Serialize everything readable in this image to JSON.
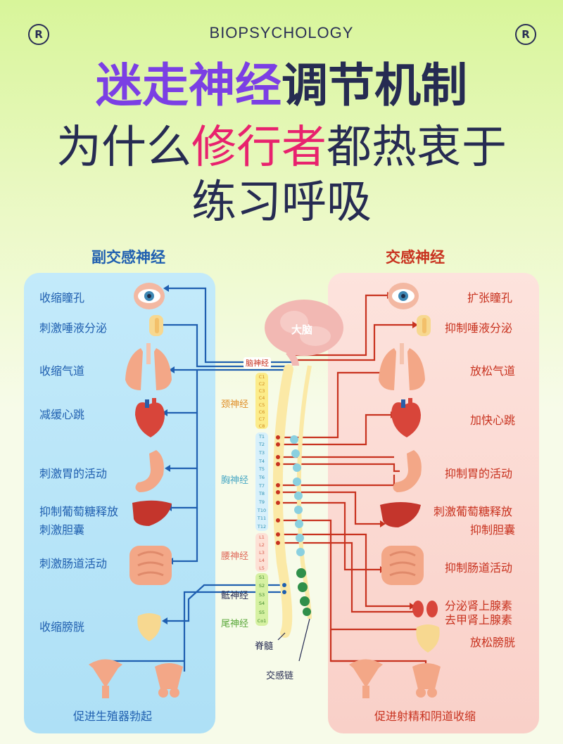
{
  "header": {
    "brand": "BIOPSYCHOLOGY",
    "logo_mark": "R",
    "title_part1": "迷走神经",
    "title_part2": "调节机制",
    "subtitle_part1": "为什么",
    "subtitle_part2": "修行者",
    "subtitle_part3": "都热衷于",
    "subtitle_line2": "练习呼吸"
  },
  "colors": {
    "accent_purple": "#7b3fe4",
    "accent_pink": "#e8226e",
    "navy": "#262b52",
    "parasym_blue": "#1f5fb0",
    "sym_red": "#c8321f",
    "panel_blue": "#bfe8f8",
    "panel_pink": "#fbdcd6"
  },
  "parasympathetic": {
    "title": "副交感神经",
    "items": [
      "收缩瞳孔",
      "刺激唾液分泌",
      "收缩气道",
      "减缓心跳",
      "刺激胃的活动",
      "抑制葡萄糖释放",
      "刺激胆囊",
      "刺激肠道活动",
      "收缩膀胱",
      "促进生殖器勃起"
    ]
  },
  "sympathetic": {
    "title": "交感神经",
    "items": [
      "扩张瞳孔",
      "抑制唾液分泌",
      "放松气道",
      "加快心跳",
      "抑制胃的活动",
      "刺激葡萄糖释放",
      "抑制胆囊",
      "抑制肠道活动",
      "分泌肾上腺素",
      "去甲肾上腺素",
      "放松膀胱",
      "促进射精和阴道收缩"
    ]
  },
  "center": {
    "brain": "大脑",
    "cranial": "脑神经",
    "cervical": "颈神经",
    "thoracic": "胸神经",
    "lumbar": "腰神经",
    "sacral": "骶神经",
    "coccygeal": "尾神经",
    "spinal_cord": "脊髓",
    "sympathetic_chain": "交感链",
    "segments": [
      "C1",
      "C2",
      "C3",
      "C4",
      "C5",
      "C6",
      "C7",
      "C8",
      "T1",
      "T2",
      "T3",
      "T4",
      "T5",
      "T6",
      "T7",
      "T8",
      "T9",
      "T10",
      "T11",
      "T12",
      "L1",
      "L2",
      "L3",
      "L4",
      "L5",
      "S1",
      "S2",
      "S3",
      "S4",
      "S5",
      "Co1"
    ]
  },
  "icons": [
    "eye-icon",
    "salivary-gland-icon",
    "lungs-icon",
    "heart-icon",
    "stomach-icon",
    "liver-icon",
    "intestine-icon",
    "bladder-icon",
    "reproductive-icon",
    "kidney-icon",
    "brain-icon"
  ]
}
